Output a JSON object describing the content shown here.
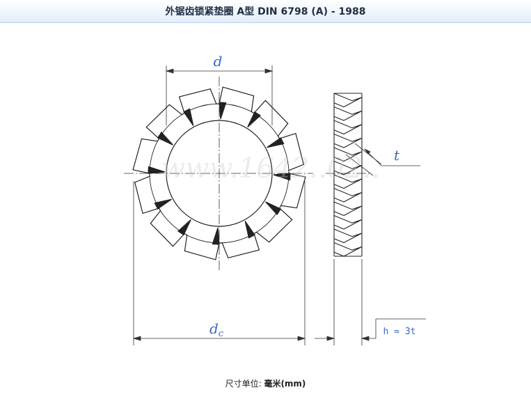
{
  "header": {
    "title": "外锯齿锁紧垫圈 A型 DIN 6798 (A) - 1988"
  },
  "drawing": {
    "labels": {
      "d": "d",
      "dc_base": "d",
      "dc_sub": "c",
      "t": "t",
      "h_formula": "h ≈ 3t"
    },
    "watermark": "www.1642..02.."
  },
  "footer": {
    "unit_prefix": "尺寸单位: ",
    "unit_value": "毫米(mm)"
  },
  "colors": {
    "label_blue": "#3a67c8",
    "line": "#222222",
    "title_bg": "#e3eefa"
  }
}
